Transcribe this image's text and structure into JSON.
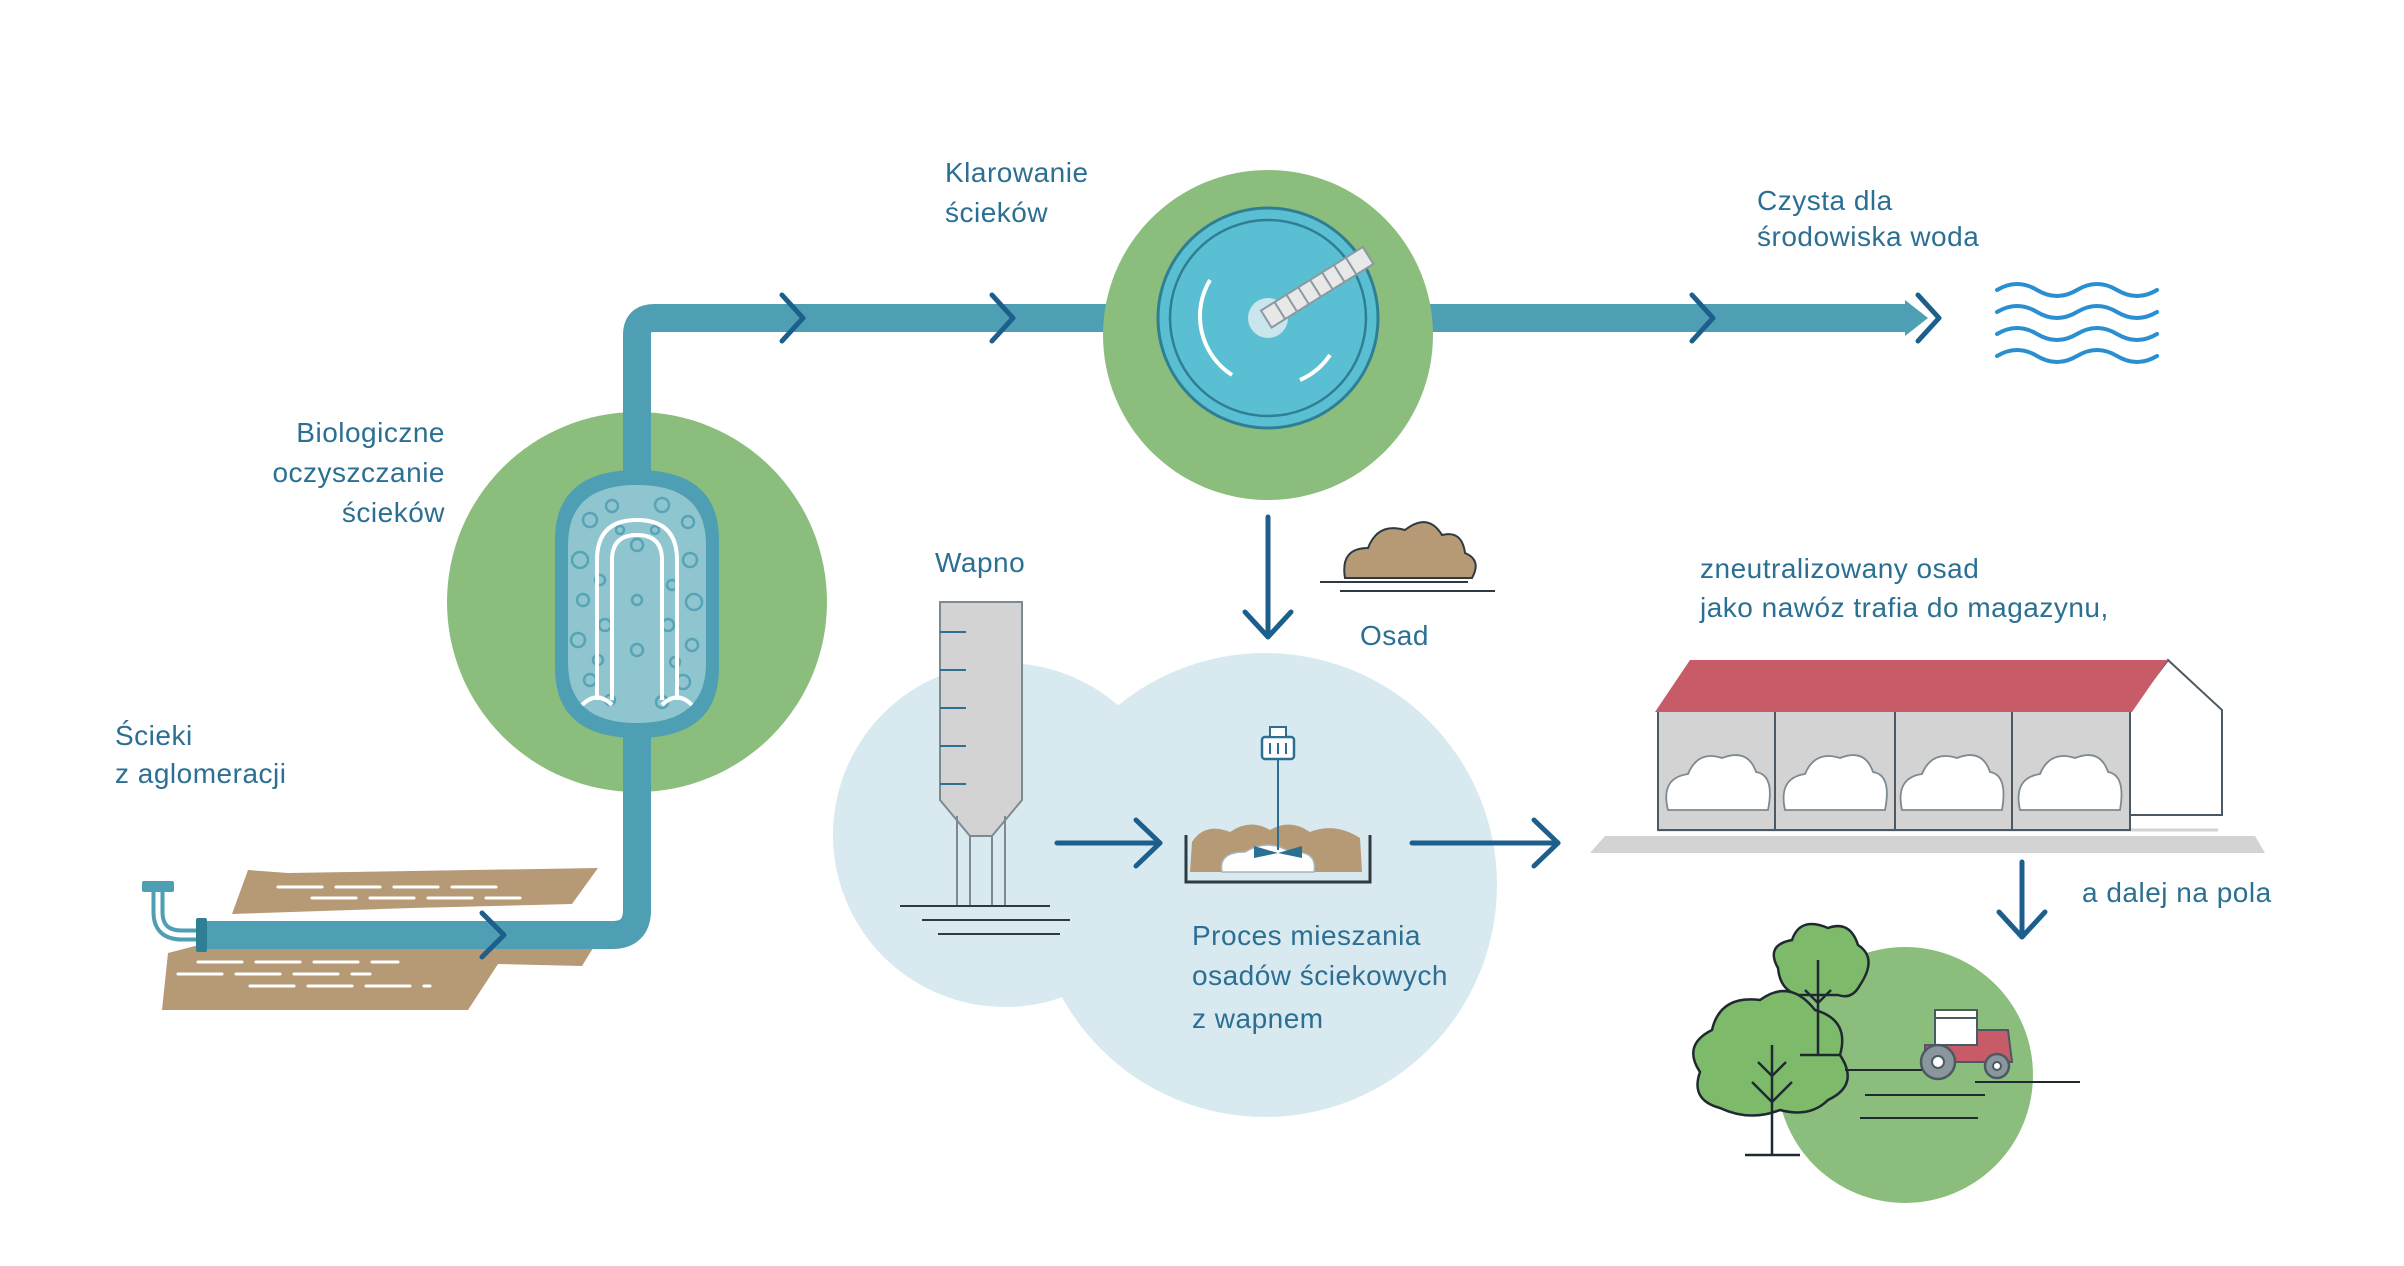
{
  "labels": {
    "sewage_line1": "Ścieki",
    "sewage_line2": "z aglomeracji",
    "bio_line1": "Biologiczne",
    "bio_line2": "oczyszczanie",
    "bio_line3": "ścieków",
    "clarify_line1": "Klarowanie",
    "clarify_line2": "ścieków",
    "clean_line1": "Czysta dla",
    "clean_line2": "środowiska woda",
    "lime": "Wapno",
    "sludge": "Osad",
    "mixing_line1": "Proces mieszania",
    "mixing_line2": "osadów ściekowych",
    "mixing_line3": "z wapnem",
    "storage_line1": "zneutralizowany osad",
    "storage_line2": "jako nawóz trafia do magazynu,",
    "fields": "a dalej na pola"
  },
  "colors": {
    "pipe": "#4e9fb3",
    "pipe_dark": "#2f7f94",
    "arrow": "#1d5f8c",
    "green_circle": "#8bbd7c",
    "light_blue_circle": "#d8eaf0",
    "clarifier_blue": "#5bbfd3",
    "soil": "#b69a76",
    "roof": "#c75b67",
    "silo_gray": "#d3d3d3",
    "text": "#2b6f93",
    "water_wave": "#2a8fd0",
    "tree_green": "#7dbb6b"
  },
  "icons": {
    "bioreactor": "bioreactor-icon",
    "clarifier": "clarifier-icon",
    "water": "water-waves-icon",
    "silo": "lime-silo-icon",
    "mixer": "mixer-tank-icon",
    "sludge": "sludge-pile-icon",
    "warehouse": "warehouse-icon",
    "trees": "trees-icon",
    "tractor": "tractor-icon",
    "pipe_inlet": "pipe-inlet-icon"
  }
}
